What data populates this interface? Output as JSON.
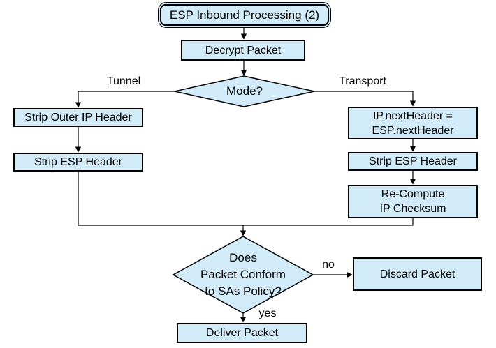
{
  "diagram": {
    "type": "flowchart",
    "title": "ESP Inbound Processing (2)",
    "colors": {
      "node_fill": "#d2ebf8",
      "node_border": "#000000",
      "connector": "#000000",
      "text": "#000000",
      "background": "#ffffff"
    },
    "nodes": {
      "start": {
        "label": "ESP Inbound Processing (2)",
        "shape": "terminator"
      },
      "decrypt": {
        "label": "Decrypt Packet",
        "shape": "process"
      },
      "mode": {
        "label": "Mode?",
        "shape": "decision"
      },
      "strip_outer_ip": {
        "label": "Strip Outer IP Header",
        "shape": "process"
      },
      "strip_esp_tunnel": {
        "label": "Strip ESP Header",
        "shape": "process"
      },
      "ip_next_header": {
        "label": "IP.nextHeader =\nESP.nextHeader",
        "shape": "process"
      },
      "strip_esp_transport": {
        "label": "Strip ESP Header",
        "shape": "process"
      },
      "recompute_checksum": {
        "label": "Re-Compute\nIP Checksum",
        "shape": "process"
      },
      "policy_check": {
        "label": "Does\nPacket Conform\nto SAs Policy?",
        "shape": "decision"
      },
      "discard": {
        "label": "Discard Packet",
        "shape": "process"
      },
      "deliver": {
        "label": "Deliver Packet",
        "shape": "process"
      }
    },
    "edge_labels": {
      "tunnel": "Tunnel",
      "transport": "Transport",
      "no": "no",
      "yes": "yes"
    }
  }
}
